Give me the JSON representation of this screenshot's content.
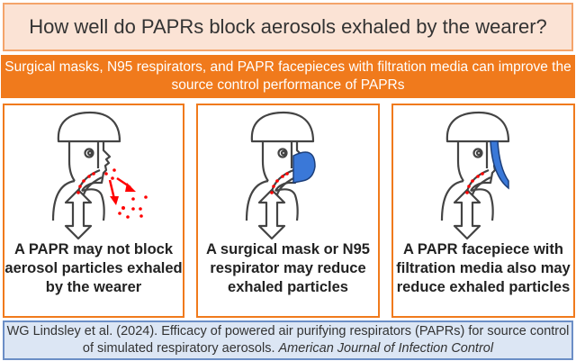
{
  "title": "How well do PAPRs block aerosols exhaled by the wearer?",
  "banner": "Surgical masks, N95 respirators, and PAPR facepieces with filtration media can improve the source control performance of PAPRs",
  "panels": [
    {
      "text": "A PAPR may not block aerosol particles exhaled by the wearer"
    },
    {
      "text": "A surgical mask or N95 respirator may reduce exhaled particles"
    },
    {
      "text": "A PAPR facepiece with filtration media also may reduce exhaled particles"
    }
  ],
  "citation": {
    "text": "WG Lindsley et al. (2024). Efficacy of powered air purifying respirators (PAPRs) for source control of simulated respiratory aerosols.",
    "journal": "American Journal of Infection Control"
  },
  "colors": {
    "accent": "#f07a1c",
    "particle": "#ff0000",
    "barrier": "#3a78d8",
    "citation_bg": "#dce6f4"
  }
}
